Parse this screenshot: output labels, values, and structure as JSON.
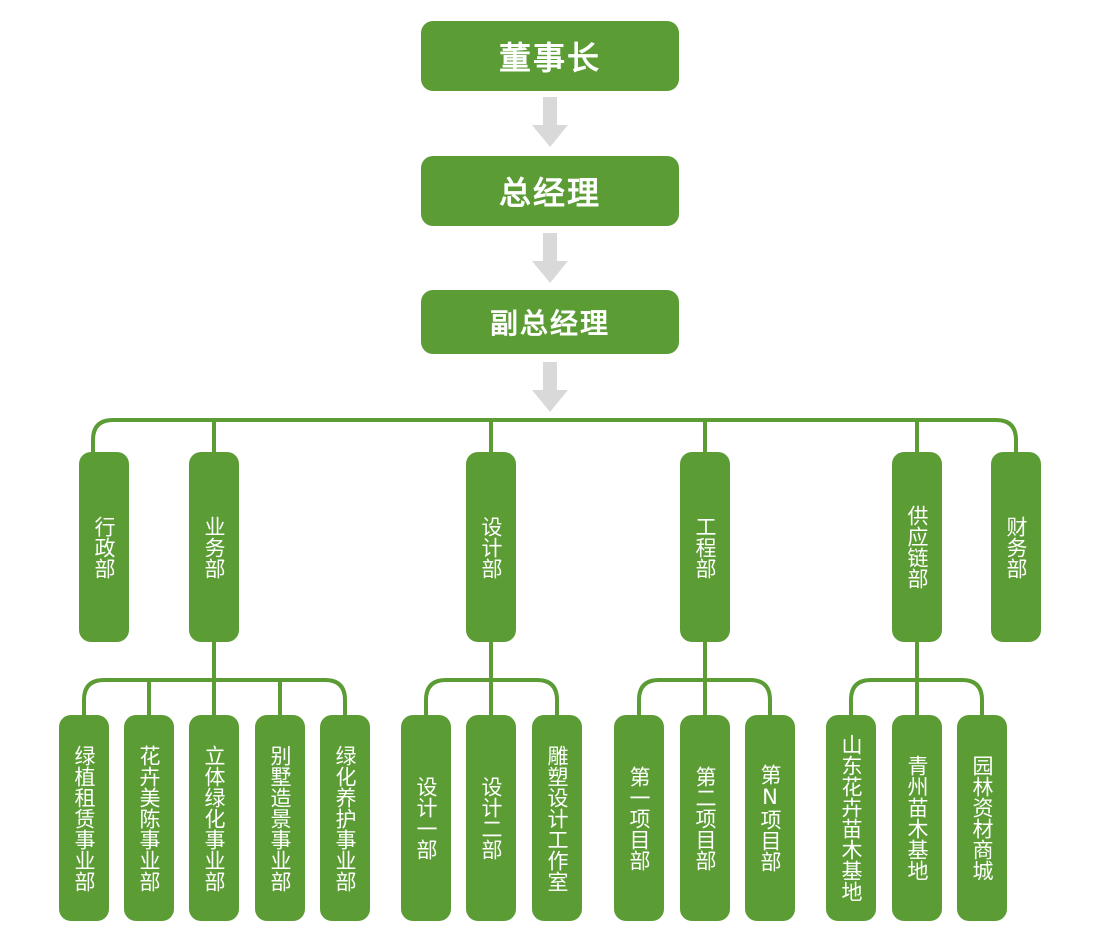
{
  "chart": {
    "executives": [
      "董事长",
      "总经理",
      "副总经理"
    ],
    "departments": [
      {
        "label": "行政部",
        "children": []
      },
      {
        "label": "业务部",
        "children": [
          "绿植租赁事业部",
          "花卉美陈事业部",
          "立体绿化事业部",
          "别墅造景事业部",
          "绿化养护事业部"
        ]
      },
      {
        "label": "设计部",
        "children": [
          "设计一部",
          "设计二部",
          "雕塑设计工作室"
        ]
      },
      {
        "label": "工程部",
        "children": [
          "第一项目部",
          "第二项目部",
          "第N项目部"
        ]
      },
      {
        "label": "供应链部",
        "children": [
          "山东花卉苗木基地",
          "青州苗木基地",
          "园林资材商城"
        ]
      },
      {
        "label": "财务部",
        "children": []
      }
    ]
  },
  "colors": {
    "box": "#5b9c35",
    "line": "#5b9c35",
    "arrow": "#d9d9d9",
    "text": "#ffffff"
  }
}
